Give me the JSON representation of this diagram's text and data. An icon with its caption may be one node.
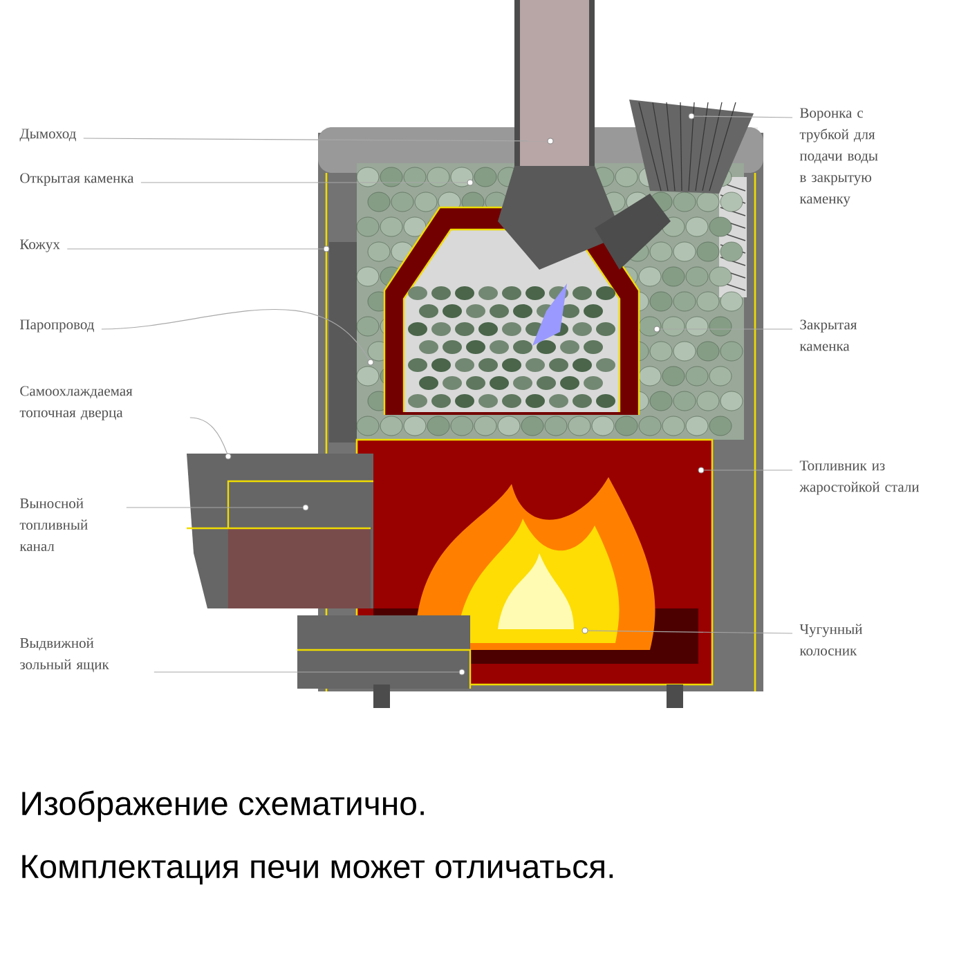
{
  "diagram": {
    "nodes": [
      {
        "text": [
          "Дымоход"
        ]
      },
      {
        "text": [
          "Открытая каменка"
        ]
      },
      {
        "text": [
          "Кожух"
        ]
      },
      {
        "text": [
          "Паропровод"
        ]
      },
      {
        "text": [
          "Самоохлаждаемая топочная дверца"
        ]
      },
      {
        "text": [
          "Выносной топливный канал"
        ]
      },
      {
        "text": [
          "Выдвижной зольный ящик"
        ]
      },
      {
        "text": [
          "Воронка с трубкой для подачи воды в закрытую каменку"
        ]
      },
      {
        "text": [
          "Закрытая каменка"
        ]
      },
      {
        "text": [
          "Топливник из жаростойкой стали"
        ]
      },
      {
        "text": [
          "Чугунный колосник"
        ]
      },
      {
        "text": [],
        "shape": "circle"
      },
      {
        "text": [],
        "shape": "circle"
      },
      {
        "text": [],
        "shape": "circle"
      },
      {
        "text": [],
        "shape": "circle"
      },
      {
        "text": [],
        "shape": "circle"
      },
      {
        "text": [],
        "shape": "circle"
      },
      {
        "text": [],
        "shape": "circle"
      },
      {
        "text": [],
        "shape": "circle"
      },
      {
        "text": [],
        "shape": "circle"
      },
      {
        "text": [],
        "shape": "circle"
      },
      {
        "text": [],
        "shape": "circle"
      }
    ],
    "edges": [
      {
        "from": 0,
        "to": 11,
        "arrow": "none"
      },
      {
        "from": 1,
        "to": 12,
        "arrow": "none"
      },
      {
        "from": 2,
        "to": 13,
        "arrow": "none"
      },
      {
        "from": 3,
        "to": 14,
        "arrow": "none"
      },
      {
        "from": 4,
        "to": 15,
        "arrow": "none"
      },
      {
        "from": 5,
        "to": 16,
        "arrow": "none"
      },
      {
        "from": 6,
        "to": 17,
        "arrow": "none"
      },
      {
        "from": 7,
        "to": 18,
        "arrow": "none"
      },
      {
        "from": 8,
        "to": 19,
        "arrow": "none"
      },
      {
        "from": 9,
        "to": 20,
        "arrow": "none"
      },
      {
        "from": 10,
        "to": 21,
        "arrow": "none"
      }
    ],
    "labels": [
      "Изображение схематично.",
      "Комплектация печи может отличаться."
    ]
  }
}
